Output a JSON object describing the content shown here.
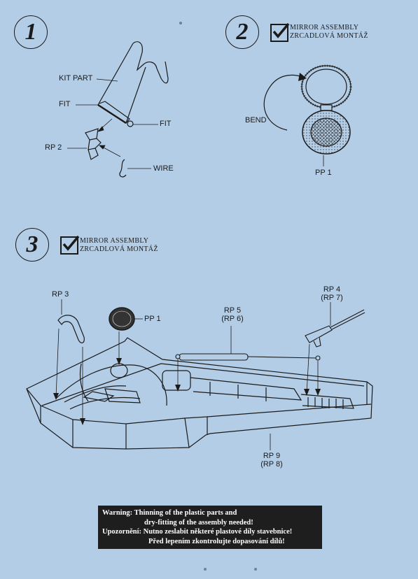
{
  "steps": [
    "1",
    "2",
    "3"
  ],
  "step1": {
    "labels": {
      "kit_part": "KIT PART",
      "fit_left": "FIT",
      "fit_right": "FIT",
      "rp2": "RP 2",
      "wire": "WIRE"
    }
  },
  "step2": {
    "note_en": "MIRROR  ASSEMBLY",
    "note_cz": "ZRCADLOVÁ  MONTÁŽ",
    "labels": {
      "bend": "BEND",
      "pp1": "PP 1"
    }
  },
  "step3": {
    "note_en": "MIRROR  ASSEMBLY",
    "note_cz": "ZRCADLOVÁ  MONTÁŽ",
    "labels": {
      "rp3": "RP 3",
      "pp1": "PP 1",
      "rp5": "RP 5",
      "rp6": "(RP 6)",
      "rp4": "RP 4",
      "rp7": "(RP 7)",
      "rp9": "RP 9",
      "rp8": "(RP 8)"
    }
  },
  "warning": {
    "line1": "Warning: Thinning of the plastic parts and",
    "line2": "dry-fitting of the assembly needed!",
    "line3": "Upozornění: Nutno zeslabit některé plastové díly stavebnice!",
    "line4": "Před lepením zkontrolujte dopasování dílů!"
  },
  "colors": {
    "background": "#b4cde6",
    "ink": "#1a1a1a",
    "warning_bg": "#1e1e1e"
  }
}
